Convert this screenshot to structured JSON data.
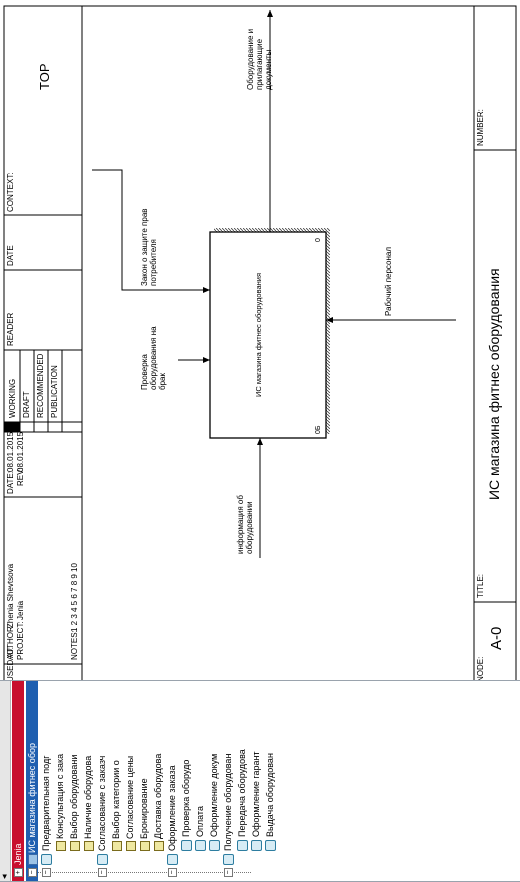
{
  "header": {
    "used_at_label": "USED AT:",
    "author_label": "AUTHOR:",
    "author": "Zhenia Shevtsova",
    "project_label": "PROJECT:",
    "project": "Jenia",
    "notes_label": "NOTES:",
    "notes": "1  2  3  4  5  6  7  8  9  10",
    "date_label": "DATE:",
    "date": "08.01.2015",
    "rev_label": "REV:",
    "rev": "08.01.2015",
    "status_working": "WORKING",
    "status_draft": "DRAFT",
    "status_recommended": "RECOMMENDED",
    "status_publication": "PUBLICATION",
    "reader_label": "READER",
    "date_col_label": "DATE",
    "context_label": "CONTEXT:",
    "context_value": "TOP"
  },
  "box": {
    "label": "ИС магазина фитнес оборудования",
    "number": "0",
    "cost": "0Б"
  },
  "arrows": {
    "input_info": "информация об оборудовании",
    "control_check": "Проверка оборудования на брак",
    "control_law": "Закон о защите прав потребителя",
    "mechanism_staff": "Рабочий персонал",
    "output_equipment": "Оборудование и прилагающие документы"
  },
  "footer": {
    "node_label": "NODE:",
    "node_value": "A-0",
    "title_label": "TITLE:",
    "title_value": "ИС магазина фитнес оборудования",
    "number_label": "NUMBER:"
  },
  "explorer": {
    "root": "Jenia",
    "model": "ИС магазина фитнес обор",
    "items": [
      "Предварительная подг",
      "Консультация с зака",
      "Выбор оборудовани",
      "Наличие оборудова",
      "Согласование с заказч",
      "Выбор категории о",
      "Согласование цены",
      "Бронирование",
      "Доставка оборудова",
      "Оформление заказа",
      "Проверка оборудо",
      "Оплата",
      "Оформление докум",
      "Получение оборудован",
      "Передача оборудова",
      "Оформление гарант",
      "Выдача оборудован"
    ]
  }
}
